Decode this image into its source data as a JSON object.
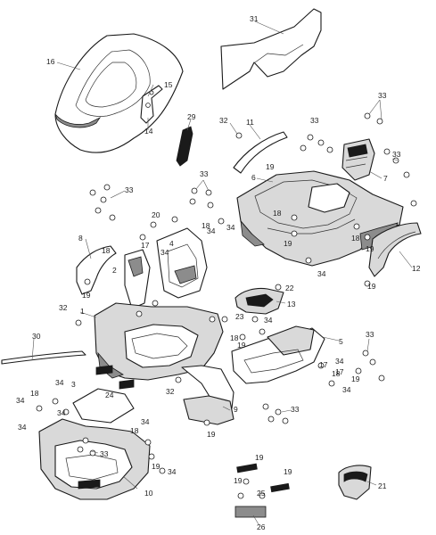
{
  "callouts": [
    {
      "id": "c1",
      "text": "1"
    },
    {
      "id": "c2",
      "text": "2"
    },
    {
      "id": "c3",
      "text": "3"
    },
    {
      "id": "c4",
      "text": "4"
    },
    {
      "id": "c5",
      "text": "5"
    },
    {
      "id": "c6",
      "text": "6"
    },
    {
      "id": "c7",
      "text": "7"
    },
    {
      "id": "c8",
      "text": "8"
    },
    {
      "id": "c9",
      "text": "9"
    },
    {
      "id": "c10",
      "text": "10"
    },
    {
      "id": "c11",
      "text": "11"
    },
    {
      "id": "c12",
      "text": "12"
    },
    {
      "id": "c13",
      "text": "13"
    },
    {
      "id": "c14",
      "text": "14"
    },
    {
      "id": "c15",
      "text": "15"
    },
    {
      "id": "c16",
      "text": "16"
    },
    {
      "id": "c17",
      "text": "17"
    },
    {
      "id": "c18",
      "text": "18"
    },
    {
      "id": "c19",
      "text": "19"
    },
    {
      "id": "c20",
      "text": "20"
    },
    {
      "id": "c21",
      "text": "21"
    },
    {
      "id": "c22",
      "text": "22"
    },
    {
      "id": "c23",
      "text": "23"
    },
    {
      "id": "c24",
      "text": "24"
    },
    {
      "id": "c25",
      "text": "25"
    },
    {
      "id": "c26",
      "text": "26"
    },
    {
      "id": "c29",
      "text": "29"
    },
    {
      "id": "c30",
      "text": "30"
    },
    {
      "id": "c31",
      "text": "31"
    },
    {
      "id": "c32",
      "text": "32"
    },
    {
      "id": "c33",
      "text": "33"
    },
    {
      "id": "c34",
      "text": "34"
    }
  ],
  "repeat_label_text": {
    "l18": "18",
    "l19": "19",
    "l32": "32",
    "l33": "33",
    "l34": "34",
    "l17": "17",
    "l22": "22",
    "l23": "23",
    "l3": "3",
    "l24": "24"
  }
}
